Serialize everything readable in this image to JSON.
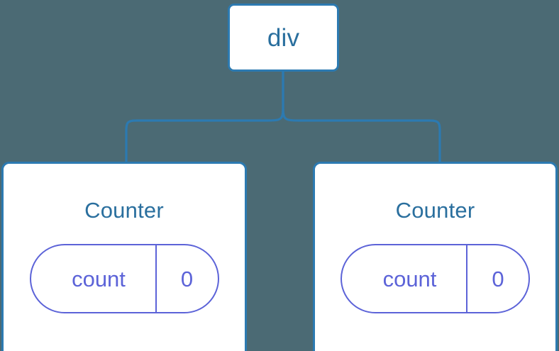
{
  "diagram": {
    "type": "component-tree",
    "background_color": "#4b6a74",
    "node_border_color": "#2c7ab1",
    "node_text_color": "#2a6f9e",
    "state_pill_color": "#5c63d8",
    "connector_color": "#2c7ab1",
    "root": {
      "label": "div"
    },
    "children": [
      {
        "label": "Counter",
        "state": {
          "key": "count",
          "value": "0"
        }
      },
      {
        "label": "Counter",
        "state": {
          "key": "count",
          "value": "0"
        }
      }
    ]
  }
}
